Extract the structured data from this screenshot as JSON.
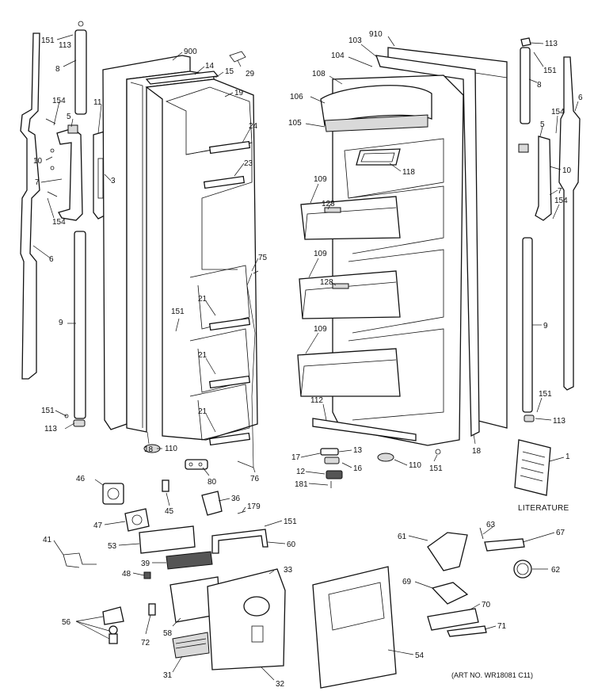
{
  "diagram": {
    "art_number": "(ART NO. WR18081 C11)",
    "literature": "LITERATURE",
    "callouts": [
      "151",
      "113",
      "8",
      "154",
      "5",
      "11",
      "10",
      "3",
      "7",
      "154",
      "6",
      "9",
      "151",
      "113",
      "900",
      "14",
      "15",
      "29",
      "19",
      "24",
      "23",
      "75",
      "151",
      "21",
      "21",
      "21",
      "18",
      "110",
      "80",
      "76",
      "910",
      "103",
      "104",
      "108",
      "106",
      "105",
      "118",
      "109",
      "128",
      "109",
      "128",
      "109",
      "112",
      "17",
      "13",
      "16",
      "12",
      "181",
      "110",
      "151",
      "18",
      "113",
      "151",
      "8",
      "6",
      "154",
      "5",
      "10",
      "7",
      "154",
      "9",
      "151",
      "113",
      "1",
      "46",
      "45",
      "36",
      "179",
      "151",
      "47",
      "41",
      "53",
      "60",
      "39",
      "48",
      "33",
      "56",
      "58",
      "72",
      "31",
      "32",
      "61",
      "63",
      "67",
      "62",
      "69",
      "70",
      "71",
      "54"
    ]
  }
}
